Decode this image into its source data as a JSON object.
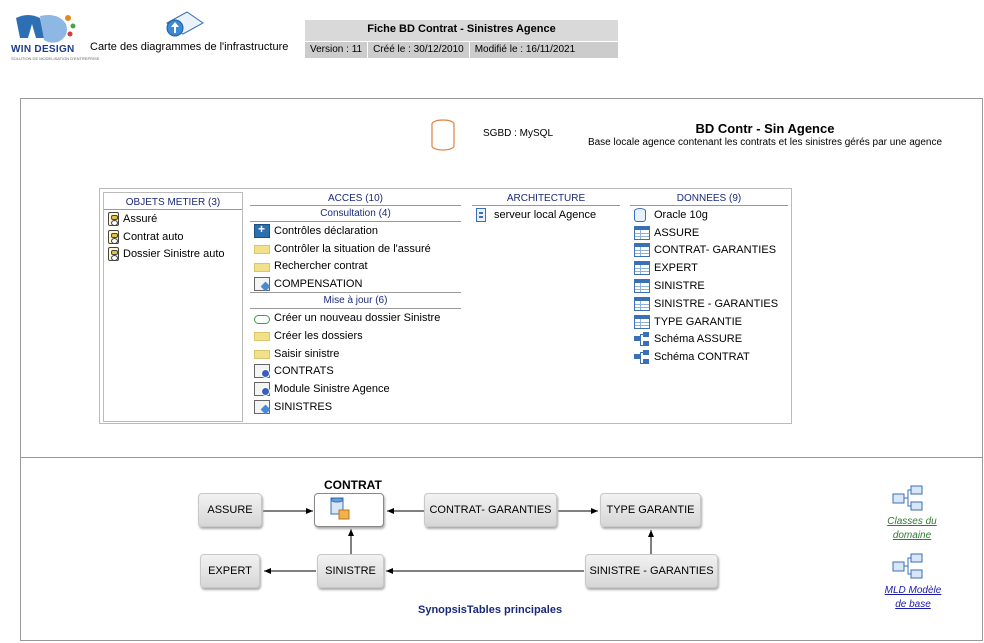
{
  "header": {
    "logo_text": "WIN DESIGN",
    "logo_subtext": "SOLUTION DE MODELISATION D'ENTREPRISE",
    "map_link": "Carte des diagrammes de l'infrastructure",
    "fiche": {
      "title": "Fiche BD Contrat - Sinistres Agence",
      "version": "Version : 11",
      "created": "Créé le : 30/12/2010",
      "modified": "Modifié le : 16/11/2021"
    }
  },
  "database": {
    "sgbd": "SGBD : MySQL",
    "title": "BD Contr - Sin Agence",
    "description": "Base locale agence contenant les contrats et les sinistres gérés par une agence"
  },
  "objets_metier": {
    "header": "OBJETS METIER (3)",
    "items": [
      "Assuré",
      "Contrat auto",
      "Dossier Sinistre auto"
    ]
  },
  "acces": {
    "header": "ACCES (10)",
    "consultation_header": "Consultation (4)",
    "consultation": [
      {
        "label": "Contrôles déclaration",
        "icon": "control-icon"
      },
      {
        "label": "Contrôler la situation de l'assuré",
        "icon": "folder-icon"
      },
      {
        "label": "Rechercher contrat",
        "icon": "folder-icon"
      },
      {
        "label": "COMPENSATION",
        "icon": "form-icon"
      }
    ],
    "miseajour_header": "Mise à jour (6)",
    "miseajour": [
      {
        "label": "Créer un nouveau dossier Sinistre",
        "icon": "process-icon"
      },
      {
        "label": "Créer les dossiers",
        "icon": "folder-icon"
      },
      {
        "label": "Saisir sinistre",
        "icon": "folder-icon"
      },
      {
        "label": "CONTRATS",
        "icon": "module-icon"
      },
      {
        "label": "Module Sinistre Agence",
        "icon": "module-icon"
      },
      {
        "label": "SINISTRES",
        "icon": "form-icon"
      }
    ]
  },
  "architecture": {
    "header": "ARCHITECTURE",
    "items": [
      "serveur local  Agence"
    ]
  },
  "donnees": {
    "header": "DONNEES (9)",
    "items": [
      {
        "label": "Oracle 10g",
        "icon": "oracle-icon"
      },
      {
        "label": "ASSURE",
        "icon": "table-icon"
      },
      {
        "label": "CONTRAT- GARANTIES",
        "icon": "table-icon"
      },
      {
        "label": "EXPERT",
        "icon": "table-icon"
      },
      {
        "label": "SINISTRE",
        "icon": "table-icon"
      },
      {
        "label": "SINISTRE - GARANTIES",
        "icon": "table-icon"
      },
      {
        "label": "TYPE GARANTIE",
        "icon": "table-icon"
      },
      {
        "label": "Schéma ASSURE",
        "icon": "schema-icon"
      },
      {
        "label": "Schéma CONTRAT",
        "icon": "schema-icon"
      }
    ]
  },
  "synopsis": {
    "caption": "SynopsisTables principales",
    "center": "CONTRAT",
    "nodes": {
      "assure": "ASSURE",
      "contrat_garanties": "CONTRAT- GARANTIES",
      "type_garantie": "TYPE GARANTIE",
      "expert": "EXPERT",
      "sinistre": "SINISTRE",
      "sinistre_garanties": "SINISTRE - GARANTIES"
    }
  },
  "side_links": {
    "classes_line1": "Classes du",
    "classes_line2": "domaine",
    "mld_line1": "MLD Modèle",
    "mld_line2": "de base"
  },
  "colors": {
    "accent_blue": "#1a2a7a",
    "link_green": "#2e7d32",
    "link_blue": "#1a1aa8"
  }
}
